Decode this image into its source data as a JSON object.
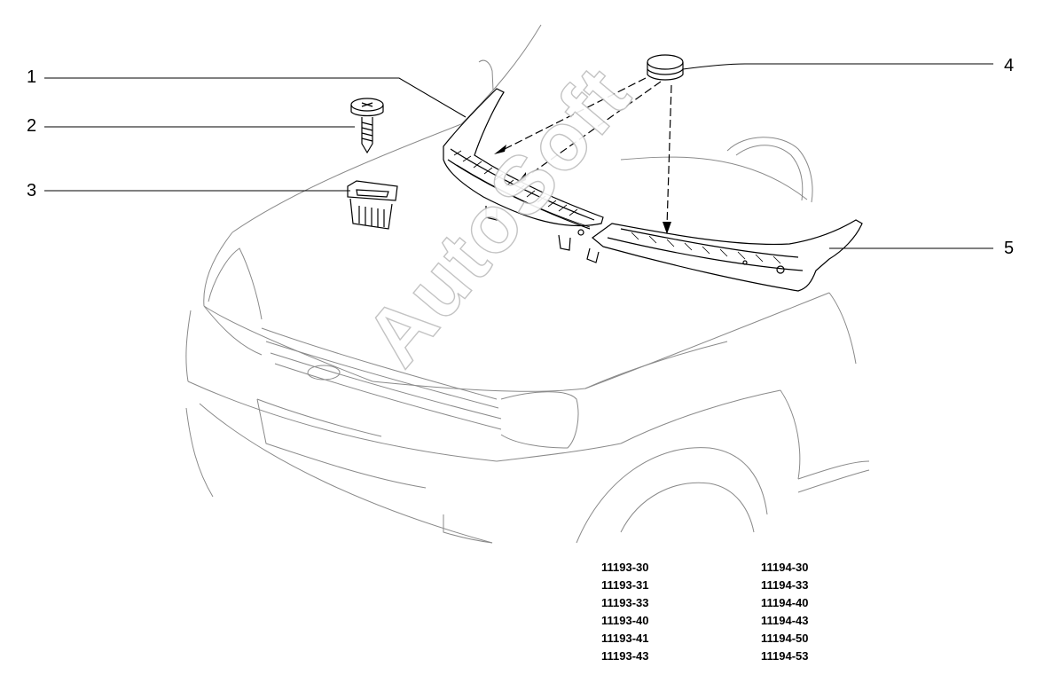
{
  "callouts": [
    "1",
    "2",
    "3",
    "4",
    "5"
  ],
  "watermark": "AutoSoft",
  "model_codes": {
    "left": [
      "11193-30",
      "11193-31",
      "11193-33",
      "11193-40",
      "11193-41",
      "11193-43"
    ],
    "right": [
      "11194-30",
      "11194-33",
      "11194-40",
      "11194-43",
      "11194-50",
      "11194-53"
    ]
  },
  "colors": {
    "line": "#000000",
    "car_outline": "#8a8a8a",
    "watermark_stroke": "#bdbdbd"
  }
}
